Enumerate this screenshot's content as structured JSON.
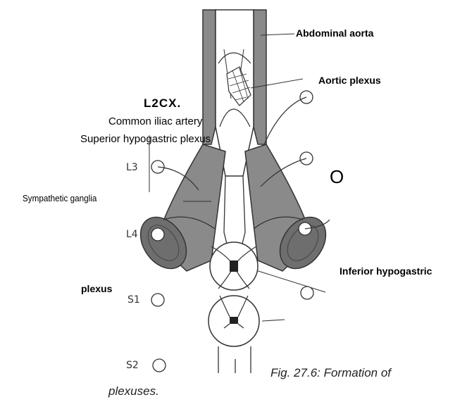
{
  "labels": {
    "abdominal_aorta": "Abdominal aorta",
    "aortic_plexus": "Aortic plexus",
    "l2cx": "L2CX.",
    "common_iliac": "Common iliac artery",
    "superior_hypogastric": "Superior hypogastric plexus",
    "sympathetic_ganglia": "Sympathetic ganglia",
    "inferior_hypogastric": "Inferior hypogastric",
    "plexus": "plexus",
    "big_o": "O"
  },
  "segments": {
    "l3": "L3",
    "l4": "L4",
    "s1": "S1",
    "s2": "S2"
  },
  "caption": {
    "line1": "Fig. 27.6: Formation of",
    "line2": "plexuses."
  },
  "colors": {
    "shading": "#8a8a8a",
    "shading_dark": "#6e6e6e",
    "line": "#333333",
    "text": "#000000"
  }
}
